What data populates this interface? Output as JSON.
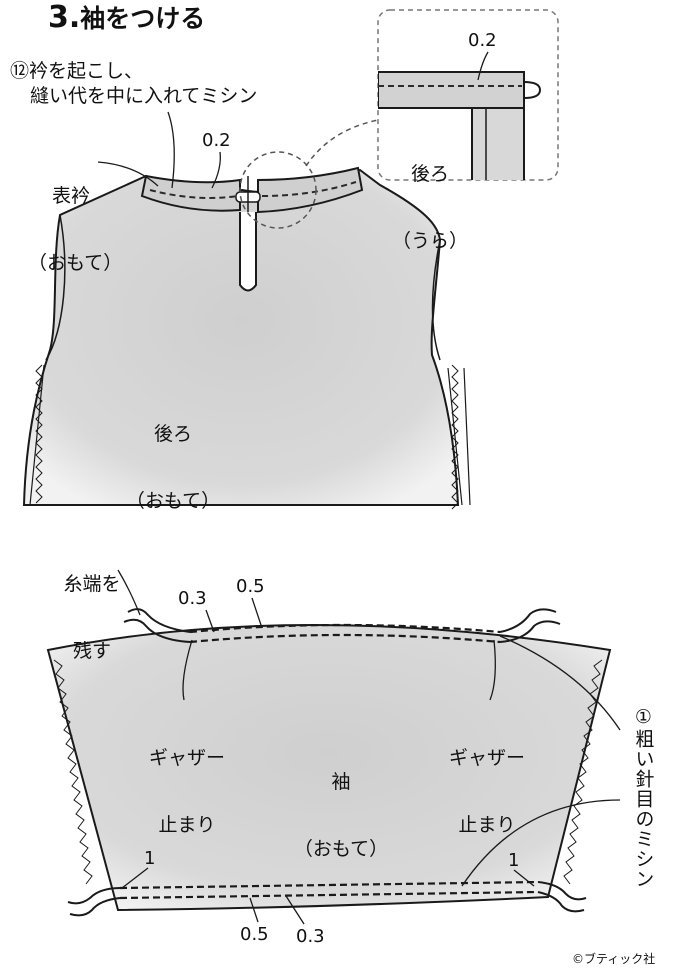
{
  "title": {
    "number": "3.",
    "text": "袖をつける"
  },
  "step12": {
    "line1": "⑫衿を起こし、",
    "line2": "縫い代を中に入れてミシン"
  },
  "labels": {
    "omote_eri_1": "表衿",
    "omote_eri_2": "（おもて）",
    "back_1": "後ろ",
    "back_2": "（おもて）",
    "inset_back_1": "後ろ",
    "inset_back_2": "（うら）",
    "thread_1": "糸端を",
    "thread_2": "残す",
    "gather_left_1": "ギャザー",
    "gather_left_2": "止まり",
    "gather_right_1": "ギャザー",
    "gather_right_2": "止まり",
    "sleeve_1": "袖",
    "sleeve_2": "（おもて）",
    "step1_vertical": "①粗い針目のミシン"
  },
  "measurements": {
    "collar": "0.2",
    "inset": "0.2",
    "sleeve_top_a": "0.3",
    "sleeve_top_b": "0.5",
    "sleeve_bottom_a": "0.5",
    "sleeve_bottom_b": "0.3",
    "corner_left": "1",
    "corner_right": "1"
  },
  "credit": "©ブティック社",
  "colors": {
    "fill": "#d6d6d6",
    "line": "#1a1a1a",
    "dash": "#2a2a2a",
    "inset_border": "#777777"
  }
}
